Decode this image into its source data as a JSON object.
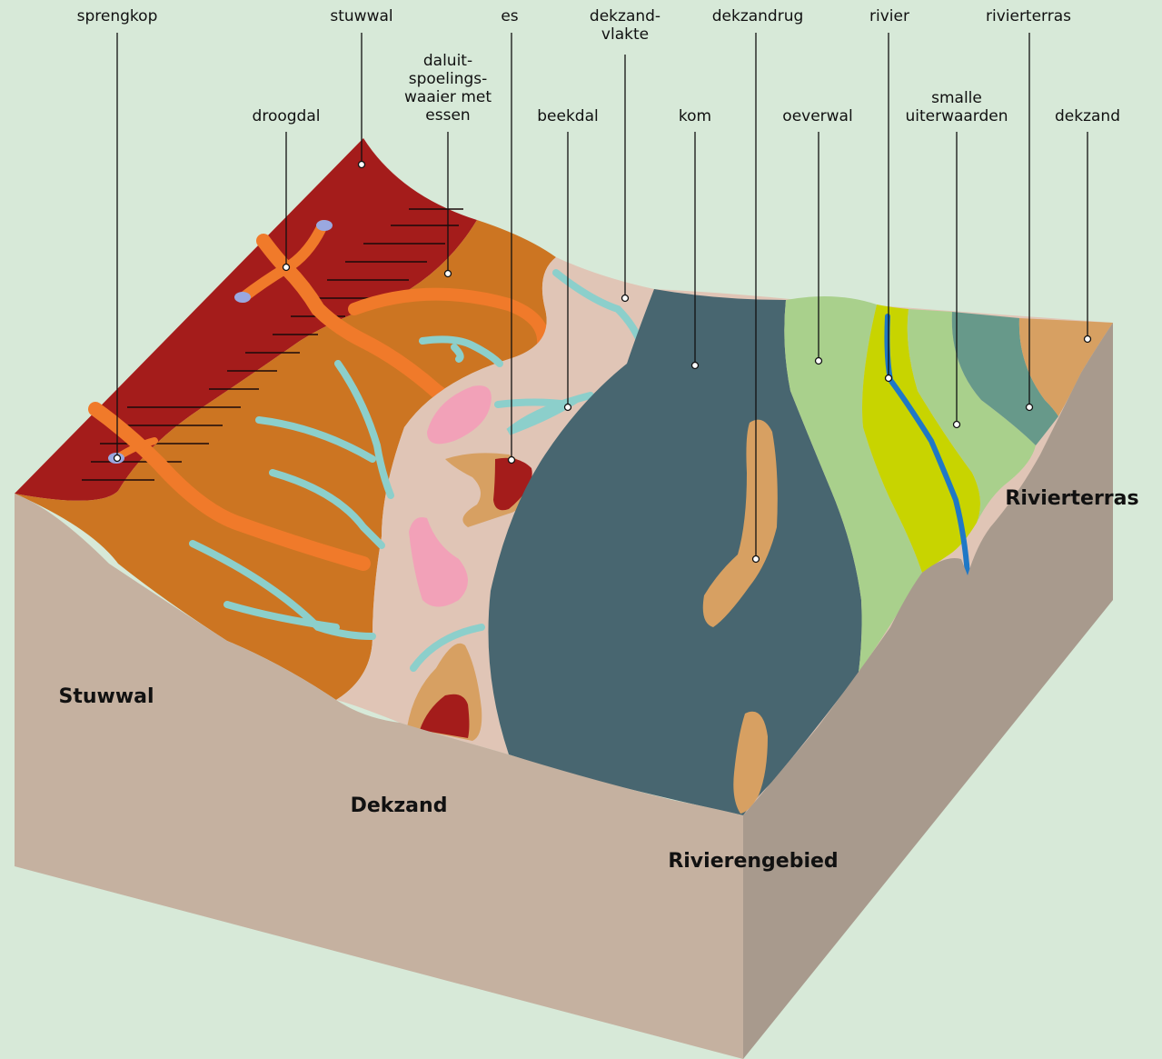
{
  "labels": {
    "sprengkop": "sprengkop",
    "stuwwal": "stuwwal",
    "es": "es",
    "dekzandvlakte": "dekzand-\nvlakte",
    "dekzandrug": "dekzandrug",
    "rivier": "rivier",
    "rivierterras": "rivierterras",
    "droogdal": "droogdal",
    "daluitspoelingswaaier": "daluit-\nspoelings-\nwaaier met\nessen",
    "beekdal": "beekdal",
    "kom": "kom",
    "oeverwal": "oeverwal",
    "smalle_uiterwaarden": "smalle\nuiterwaarden",
    "dekzand": "dekzand"
  },
  "regions": {
    "stuwwal": "Stuwwal",
    "dekzand": "Dekzand",
    "rivierengebied": "Rivierengebied",
    "rivierterras": "Rivierterras"
  },
  "colors": {
    "background": "#d7e9d8",
    "stuwwal": "#a41c1b",
    "waaier": "#cc7522",
    "droogdal": "#f07a2a",
    "dekzandvlakte": "#e0c5b6",
    "beek": "#8ccfcb",
    "es_pink": "#f2a1b8",
    "kom": "#486670",
    "dekzandrug": "#d7a062",
    "oeverwal": "#a9d08c",
    "uiterwaarden": "#c8d400",
    "rivier": "#1f78c6",
    "rivierterras": "#67998a",
    "front_face": "#c5b1a0",
    "side_face": "#a89a8d"
  }
}
